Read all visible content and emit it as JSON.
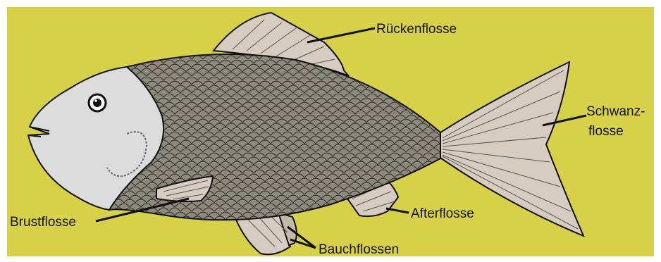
{
  "diagram": {
    "colors": {
      "background": "#d7d148",
      "body": "#8e8a7e",
      "head": "#dcdcdc",
      "fin": "#d6cdc0",
      "outline": "#111111"
    },
    "labels": {
      "dorsal_fin": "Rückenflosse",
      "caudal_fin_line1": "Schwanz-",
      "caudal_fin_line2": "flosse",
      "pectoral_fin": "Brustflosse",
      "anal_fin": "Afterflosse",
      "pelvic_fins": "Bauchflossen"
    }
  }
}
